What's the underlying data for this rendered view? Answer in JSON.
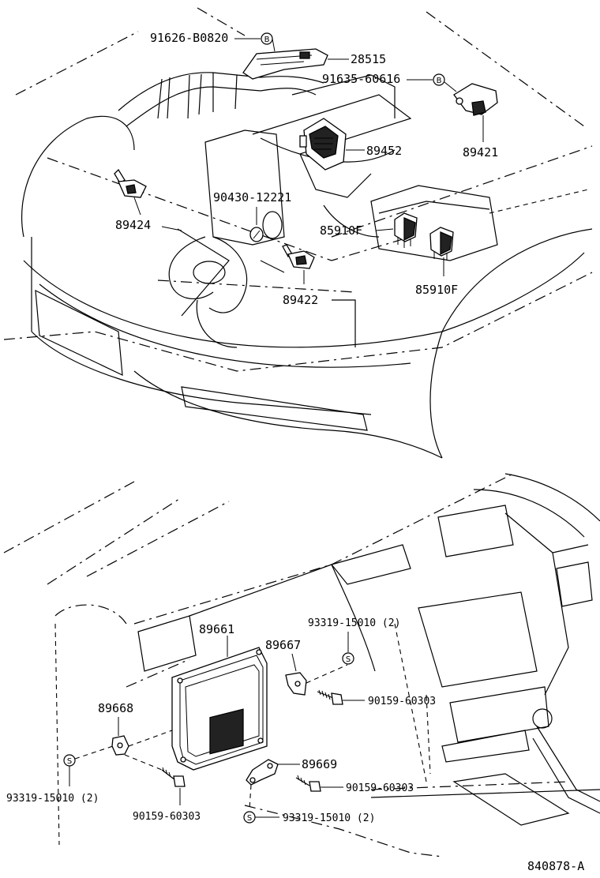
{
  "diagram_id": "840878-A",
  "badge_letters": {
    "b": "B",
    "s": "S"
  },
  "parts_top": {
    "p91626": "91626-B0820",
    "p28515": "28515",
    "p91635": "91635-60616",
    "p89452": "89452",
    "p89421": "89421",
    "p90430": "90430-12221",
    "p89424": "89424",
    "p85910a": "85910F",
    "p89422": "89422",
    "p85910b": "85910F"
  },
  "parts_bottom": {
    "p89661": "89661",
    "p93319a": "93319-15010 (2)",
    "p89667": "89667",
    "p90159a": "90159-60303",
    "p89668": "89668",
    "p89669": "89669",
    "p90159b": "90159-60303",
    "p93319b": "93319-15010 (2)",
    "p90159c": "90159-60303",
    "p93319c": "93319-15010 (2)"
  }
}
